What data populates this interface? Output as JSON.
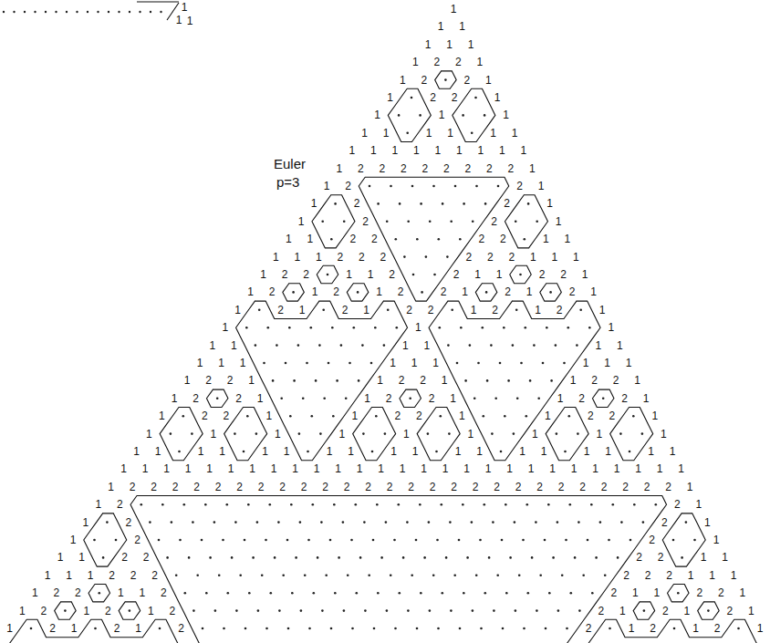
{
  "diagram": {
    "labels": [
      "1",
      "1",
      "1",
      "Euler",
      "p=3",
      "1",
      "1",
      "1",
      "1",
      "1",
      "1",
      "1",
      "2",
      "2",
      "1",
      "1",
      "2",
      "2",
      "1",
      "1",
      "2",
      "2",
      "1",
      "1",
      "1",
      "1",
      "1",
      "1",
      "1",
      "1",
      "1",
      "1",
      "1",
      "1",
      "1",
      "1",
      "1",
      "1",
      "1",
      "1",
      "1",
      "1",
      "2",
      "2",
      "2",
      "2",
      "2",
      "2",
      "2",
      "2",
      "1",
      "1",
      "2",
      "2",
      "1",
      "1",
      "2",
      "2",
      "1",
      "1",
      "2",
      "2",
      "1",
      "1",
      "1",
      "2",
      "2",
      "2",
      "2",
      "1",
      "1",
      "1",
      "1",
      "1",
      "2",
      "2",
      "2",
      "2",
      "2",
      "2",
      "1",
      "1",
      "1",
      "1",
      "2",
      "2",
      "1",
      "1",
      "2",
      "2",
      "1",
      "1",
      "2",
      "2",
      "1",
      "1",
      "2",
      "1",
      "2",
      "1",
      "2",
      "2",
      "1",
      "2",
      "1",
      "2",
      "1",
      "1",
      "2",
      "1",
      "2",
      "1",
      "2",
      "2",
      "1",
      "2",
      "1",
      "2",
      "1",
      "1",
      "1",
      "1",
      "1",
      "1",
      "1",
      "1",
      "1",
      "1",
      "1",
      "1",
      "1",
      "1",
      "1",
      "1",
      "1",
      "1",
      "1",
      "1",
      "2",
      "2",
      "1",
      "1",
      "2",
      "2",
      "1",
      "1",
      "2",
      "2",
      "1",
      "1",
      "2",
      "2",
      "1",
      "1",
      "2",
      "2",
      "1",
      "1",
      "2",
      "2",
      "1",
      "1",
      "2",
      "2",
      "1",
      "1",
      "2",
      "2",
      "1",
      "1",
      "2",
      "2",
      "1",
      "1",
      "1",
      "1",
      "1",
      "1",
      "1",
      "1",
      "1",
      "1",
      "1",
      "1",
      "1",
      "1",
      "1",
      "1",
      "1",
      "1",
      "1",
      "1",
      "1",
      "1",
      "1",
      "1",
      "1",
      "1",
      "1",
      "1",
      "1",
      "1",
      "1",
      "1",
      "1",
      "1",
      "1",
      "1",
      "1",
      "1",
      "1",
      "1",
      "1",
      "1",
      "1",
      "1",
      "1",
      "1",
      "1",
      "1",
      "1",
      "1",
      "1",
      "1",
      "1",
      "1",
      "1",
      "1",
      "2",
      "2",
      "2",
      "2",
      "2",
      "2",
      "2",
      "2",
      "2",
      "2",
      "2",
      "2",
      "2",
      "2",
      "2",
      "2",
      "2",
      "2",
      "2",
      "2",
      "2",
      "2",
      "2",
      "2",
      "2",
      "2",
      "1",
      "1",
      "2",
      "2",
      "1",
      "1",
      "2",
      "2",
      "1",
      "1",
      "2",
      "2",
      "1",
      "1",
      "1",
      "2",
      "2",
      "2",
      "2",
      "1",
      "1",
      "1",
      "1",
      "1",
      "2",
      "2",
      "2",
      "2",
      "2",
      "2",
      "1",
      "1",
      "1",
      "1",
      "2",
      "2",
      "1",
      "1",
      "2",
      "2",
      "1",
      "1",
      "2",
      "2",
      "1",
      "1",
      "2",
      "1",
      "2",
      "1",
      "2",
      "2",
      "1",
      "2",
      "1",
      "2",
      "1",
      "1",
      "2",
      "1",
      "2",
      "1",
      "2",
      "2",
      "1",
      "2",
      "1",
      "2",
      "1"
    ]
  }
}
